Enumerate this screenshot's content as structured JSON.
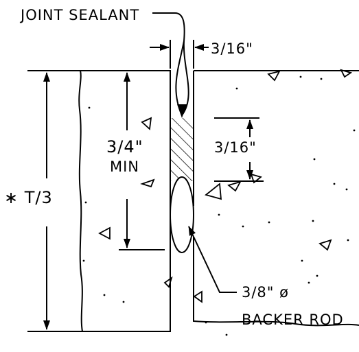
{
  "labels": {
    "joint_sealant": "JOINT SEALANT",
    "joint_width": "3/16\"",
    "depth_top": "3/4\"",
    "depth_bottom": "MIN",
    "rod_depth": "3/16\"",
    "thickness": "∗ T/3",
    "rod_size": "3/8\" ø",
    "rod_name": "BACKER ROD"
  },
  "colors": {
    "line": "#000000",
    "background": "#ffffff"
  }
}
